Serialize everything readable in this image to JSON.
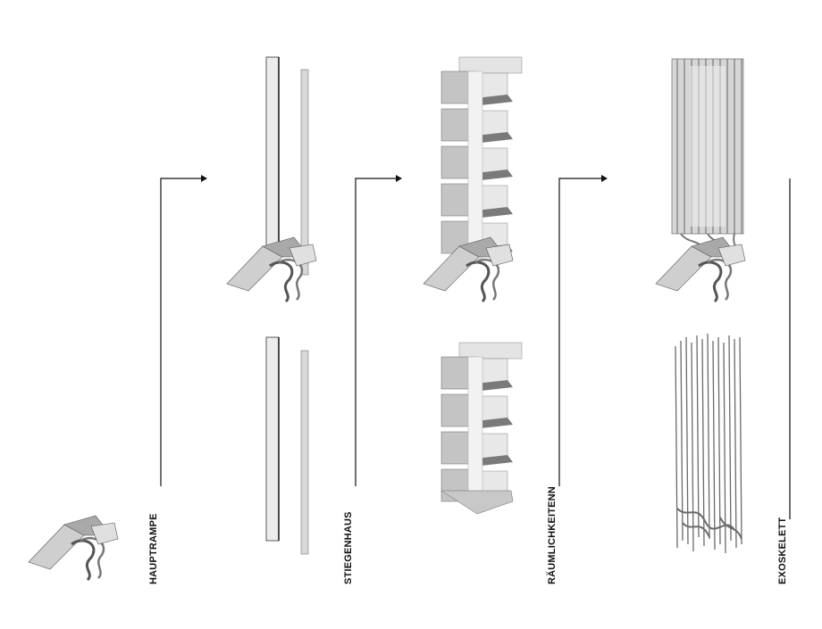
{
  "stages": [
    {
      "label": "HAUPTRAMPE"
    },
    {
      "label": "STIEGENHAUS"
    },
    {
      "label": "RÄUMLICHKEITENN"
    },
    {
      "label": "EXOSKELETT"
    }
  ],
  "colors": {
    "line": "#111111",
    "panel_light": "#e6e6e6",
    "panel_mid": "#bdbdbd",
    "panel_dark": "#7a7a7a",
    "edge": "#555555"
  }
}
